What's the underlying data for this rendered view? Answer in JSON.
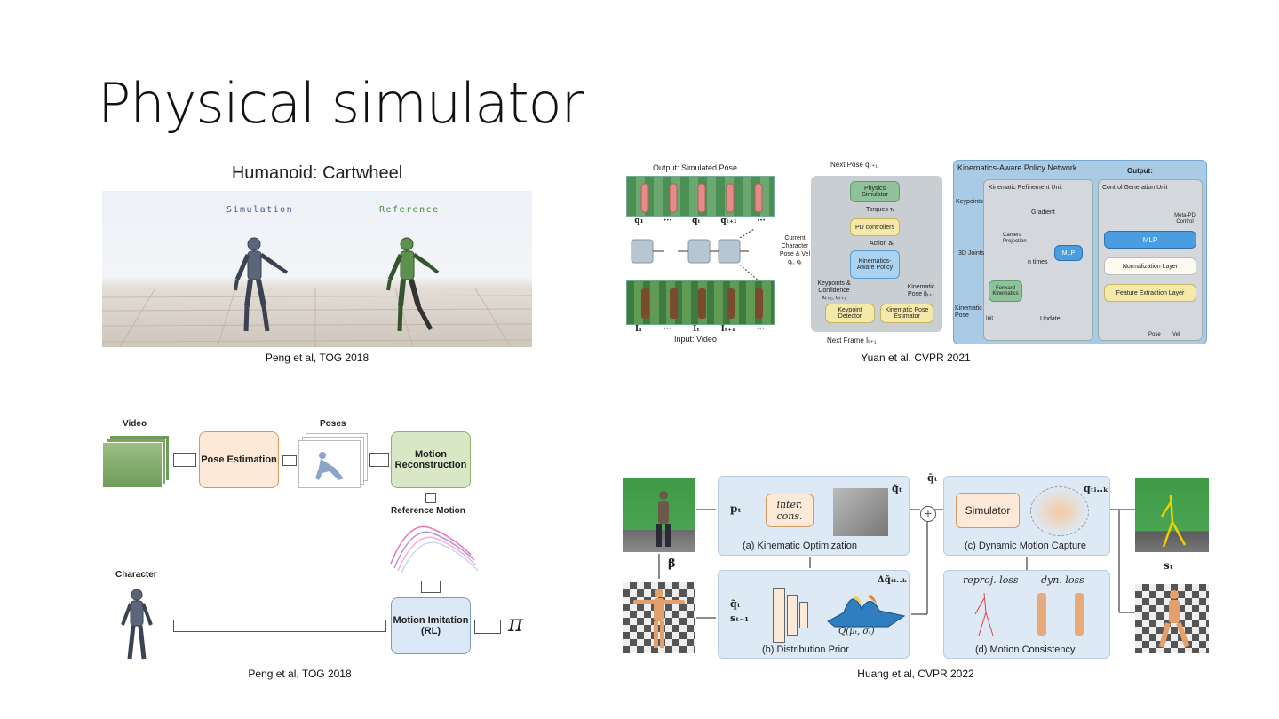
{
  "slide": {
    "title": "Physical simulator"
  },
  "fig1": {
    "title": "Humanoid: Cartwheel",
    "label_sim": "Simulation",
    "label_ref": "Reference",
    "caption": "Peng et al, TOG 2018"
  },
  "fig2": {
    "caption": "Yuan et al, CVPR 2021",
    "output_label": "Output: Simulated Pose",
    "input_label": "Input: Video",
    "q_labels": [
      "q₁",
      "···",
      "qₜ",
      "qₜ₊₁",
      "···"
    ],
    "i_labels": [
      "I₁",
      "···",
      "Iₜ",
      "Iₜ₊₁",
      "···"
    ],
    "next_pose": "Next Pose qₜ₊₁",
    "physics_sim": "Physics Simulator",
    "torques": "Torques τₜ",
    "pd": "PD controllers",
    "action": "Action aₜ",
    "policy": "Kinematics-Aware Policy",
    "current": "Current Character Pose & Vel qₜ, q̇ₜ",
    "keypoints_conf": "Keypoints & Confidence xₜ₊₁, cₜ₊₁",
    "kin_pose": "Kinematic Pose q̃ₜ₊₁",
    "kp_detector": "Keypoint Detector",
    "kin_estimator": "Kinematic Pose Estimator",
    "next_frame": "Next Frame Iₜ₊₁",
    "network_title": "Kinematics-Aware Policy Network",
    "output_eq": "Output:",
    "refine_unit": "Kinematic Refinement Unit",
    "control_unit": "Control Generation Unit",
    "keypoints": "Keypoints",
    "gradient": "Gradient",
    "camera_proj": "Camera Projection",
    "joints3d": "3D Joints",
    "n_times": "n times",
    "mlp_u": "MLP",
    "fk": "Forward Kinematics",
    "kinematic_pose": "Kinematic Pose",
    "init": "Init",
    "update": "Update",
    "mlp_v": "MLP",
    "norm_layer": "Normalization Layer",
    "feat_layer": "Feature Extraction Layer",
    "meta_pd": "Meta-PD Control",
    "pose": "Pose",
    "vel": "Vel"
  },
  "fig3": {
    "caption": "Peng et al, TOG 2018",
    "video": "Video",
    "poses": "Poses",
    "pose_est": "Pose Estimation",
    "motion_recon": "Motion Reconstruction",
    "ref_motion": "Reference Motion",
    "character": "Character",
    "motion_imit": "Motion Imitation (RL)",
    "pi": "π"
  },
  "fig4": {
    "caption": "Huang et al, CVPR 2022",
    "p_t": "pₜ",
    "inter_cons": "inter. cons.",
    "kin_opt": "(a) Kinematic Optimization",
    "q_tilde": "q̃ₜ",
    "beta": "β",
    "q_bar": "q̄ₜ",
    "simulator": "Simulator",
    "q_range": "qₜᵢ..ₖ",
    "dyn_capture": "(c) Dynamic Motion Capture",
    "s_t": "sₜ",
    "q_tilde2": "q̃ₜ",
    "s_t1": "sₜ₋₁",
    "delta_q": "Δq̃ₜᵢ..ₖ",
    "q_mu": "Q(μₜ, σₜ)",
    "dist_prior": "(b) Distribution Prior",
    "reproj": "reproj. loss",
    "dyn_loss": "dyn. loss",
    "motion_cons": "(d) Motion Consistency"
  },
  "colors": {
    "panel_gray": "#c9ced3",
    "panel_blue": "#a9cbe6",
    "green_box": "#8fc29a",
    "yellow_box": "#f4e9a8",
    "blue_box": "#4a9de0",
    "orange_box": "#fde9d8",
    "green_recon": "#d8e8c6",
    "blue_imit": "#dce8f6",
    "light_panel": "#dde9f5"
  }
}
